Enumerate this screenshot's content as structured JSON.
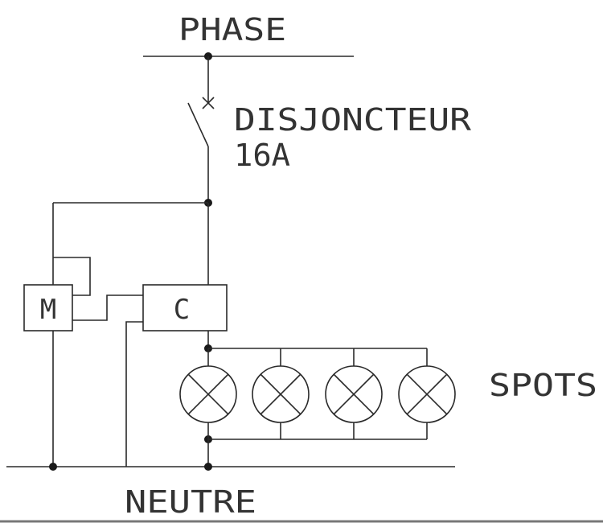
{
  "labels": {
    "phase": "PHASE",
    "breaker_line1": "DISJONCTEUR",
    "breaker_line2": "16A",
    "motor": "M",
    "contactor": "C",
    "spots": "SPOTS",
    "neutral": "NEUTRE"
  },
  "colors": {
    "line": "#2a2a2a",
    "text": "#333333",
    "background": "#ffffff"
  }
}
